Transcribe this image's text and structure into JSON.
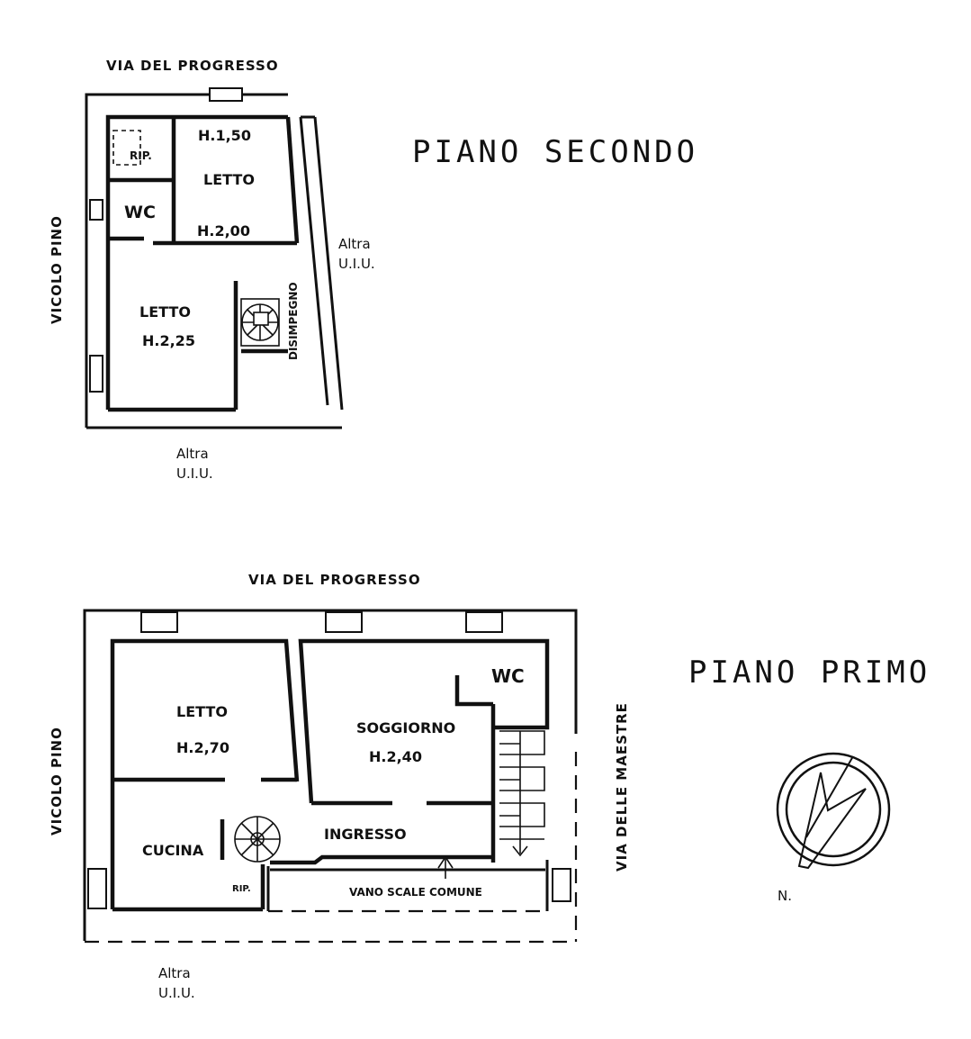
{
  "second_floor": {
    "title": "PIANO SECONDO",
    "street_top": "VIA DEL PROGRESSO",
    "street_left": "VICOLO PINO",
    "neighbor_right": [
      "Altra",
      "U.I.U."
    ],
    "neighbor_bottom": [
      "Altra",
      "U.I.U."
    ],
    "rooms": {
      "rip": "RIP.",
      "letto_small_height": "H.1,50",
      "letto_small": "LETTO",
      "letto_small_height2": "H.2,00",
      "wc": "WC",
      "letto_big": "LETTO",
      "letto_big_height": "H.2,25",
      "disimpegno": "DISIMPEGNO"
    }
  },
  "first_floor": {
    "title": "PIANO PRIMO",
    "street_top": "VIA DEL PROGRESSO",
    "street_left": "VICOLO PINO",
    "street_right": "VIA DELLE MAESTRE",
    "neighbor_bottom": [
      "Altra",
      "U.I.U."
    ],
    "rooms": {
      "letto": "LETTO",
      "letto_height": "H.2,70",
      "soggiorno": "SOGGIORNO",
      "soggiorno_height": "H.2,40",
      "wc": "WC",
      "ingresso": "INGRESSO",
      "cucina": "CUCINA",
      "rip": "RIP.",
      "vano_scale": "VANO SCALE COMUNE"
    }
  },
  "compass": {
    "label": "N."
  }
}
